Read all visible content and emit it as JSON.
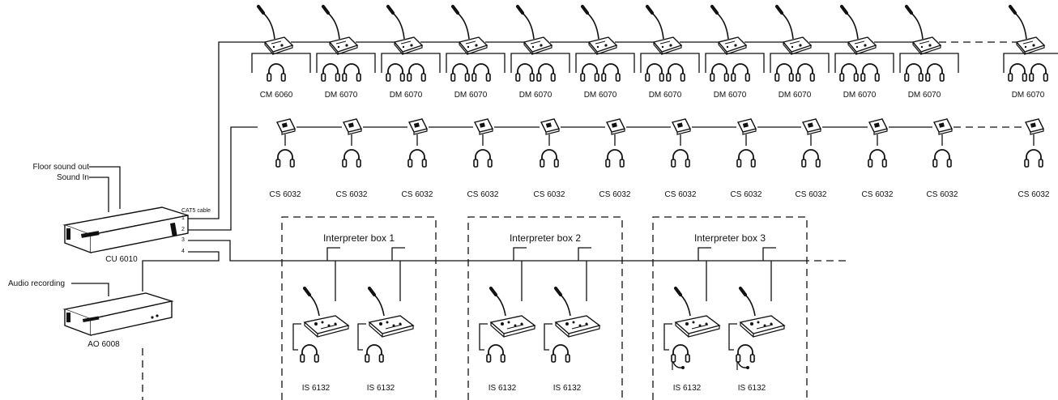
{
  "colors": {
    "line": "#111111",
    "background": "#ffffff",
    "device_fill": "#ffffff"
  },
  "icons": [
    "microphone-icon",
    "delegate-unit-icon",
    "headphone-icon",
    "headset-icon",
    "cs-panel-icon",
    "rack-unit-icon"
  ],
  "central_unit": {
    "label": "CU 6010",
    "inputs": [
      "Floor sound out",
      "Sound In"
    ],
    "cable_label": "CAT5 cable",
    "ports": [
      "1",
      "2",
      "3",
      "4"
    ]
  },
  "audio_output": {
    "label": "AO 6008",
    "input": "Audio recording"
  },
  "row1": {
    "units": [
      "CM 6060",
      "DM 6070",
      "DM 6070",
      "DM 6070",
      "DM 6070",
      "DM 6070",
      "DM 6070",
      "DM 6070",
      "DM 6070",
      "DM 6070",
      "DM 6070",
      "DM 6070"
    ]
  },
  "row2": {
    "units": [
      "CS 6032",
      "CS 6032",
      "CS 6032",
      "CS 6032",
      "CS 6032",
      "CS 6032",
      "CS 6032",
      "CS 6032",
      "CS 6032",
      "CS 6032",
      "CS 6032",
      "CS 6032"
    ]
  },
  "interpreter_boxes": [
    {
      "title": "Interpreter box 1",
      "units": [
        "IS 6132",
        "IS 6132"
      ]
    },
    {
      "title": "Interpreter box 2",
      "units": [
        "IS 6132",
        "IS 6132"
      ]
    },
    {
      "title": "Interpreter box 3",
      "units": [
        "IS 6132",
        "IS 6132"
      ]
    }
  ]
}
